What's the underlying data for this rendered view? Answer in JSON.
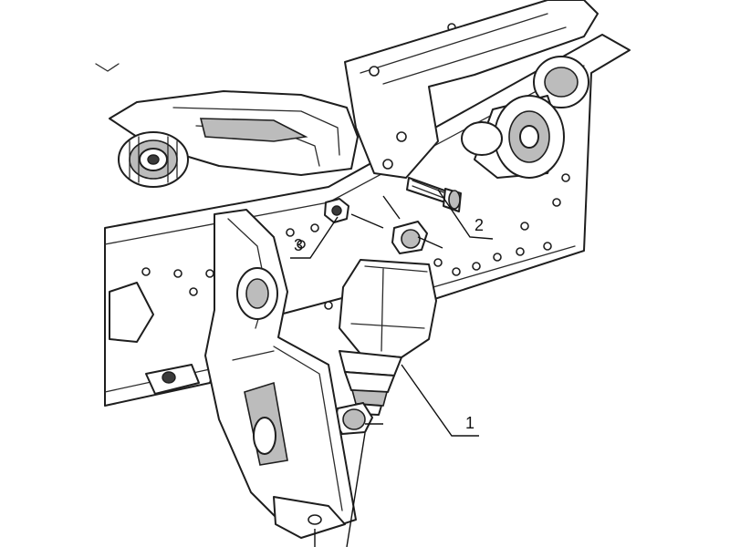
{
  "diagram": {
    "callouts": [
      {
        "id": "1",
        "label": "1"
      },
      {
        "id": "2",
        "label": "2"
      },
      {
        "id": "3",
        "label": "3"
      }
    ],
    "colors": {
      "line": "#1e1e1e",
      "shade": "#bcbcbc",
      "background": "#ffffff"
    }
  }
}
